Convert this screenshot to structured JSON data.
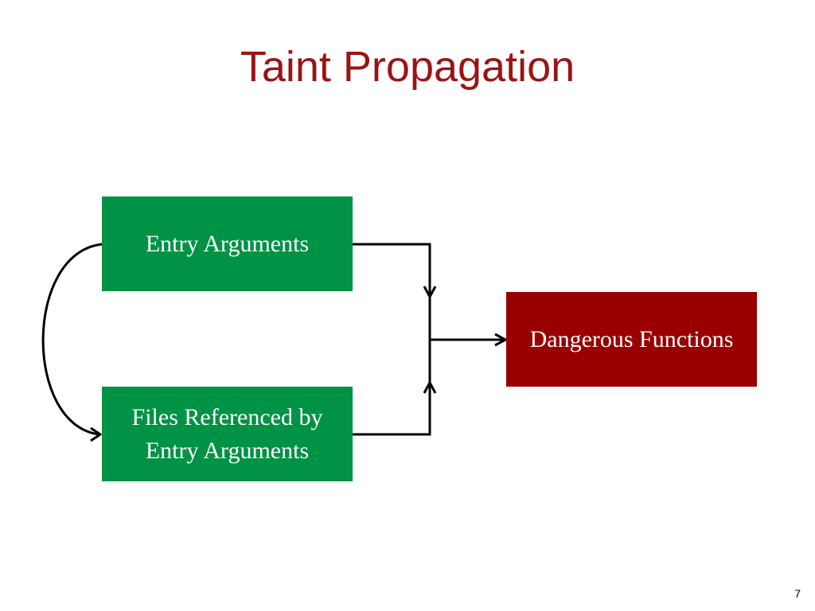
{
  "slide": {
    "title": "Taint Propagation",
    "page_number": "7"
  },
  "diagram": {
    "nodes": [
      {
        "id": "entry",
        "label": "Entry Arguments",
        "color": "#009245"
      },
      {
        "id": "files",
        "label": "Files Referenced by Entry Arguments",
        "color": "#009245"
      },
      {
        "id": "danger",
        "label": "Dangerous Functions",
        "color": "#990000"
      }
    ],
    "edges": [
      {
        "from": "entry",
        "to": "files",
        "style": "curved"
      },
      {
        "from": "entry",
        "to": "danger",
        "style": "elbow-merge"
      },
      {
        "from": "files",
        "to": "danger",
        "style": "elbow-merge"
      }
    ]
  },
  "colors": {
    "title": "#9a1414",
    "source_box": "#009245",
    "sink_box": "#990000",
    "connector": "#000000"
  }
}
